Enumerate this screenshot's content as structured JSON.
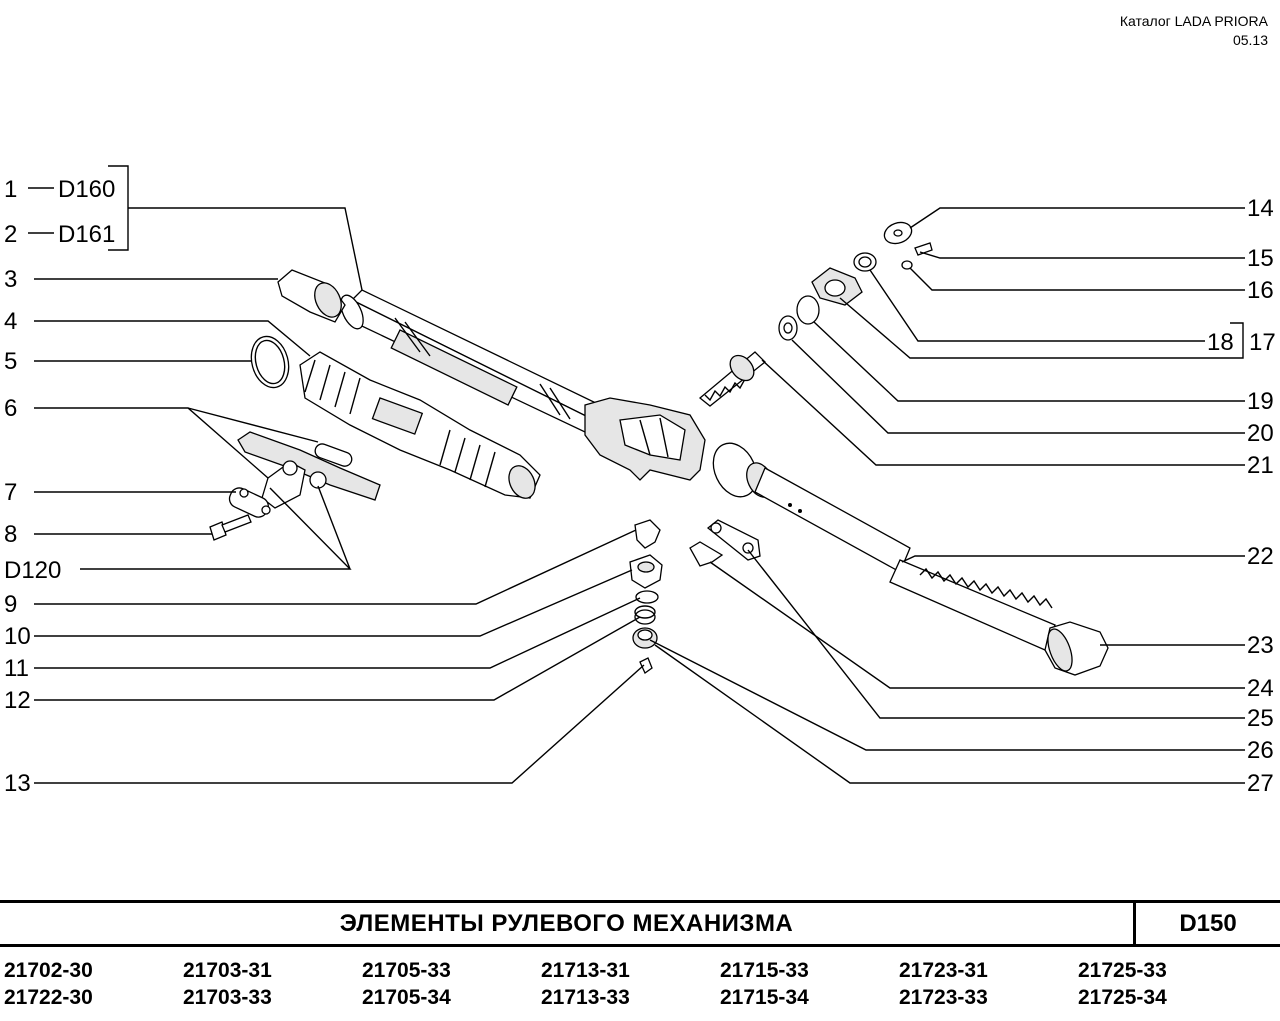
{
  "header": {
    "catalog": "Каталог  LADA  PRIORA",
    "date": "05.13"
  },
  "labels_left": [
    "1",
    "D160",
    "2",
    "D161",
    "3",
    "4",
    "5",
    "6",
    "7",
    "8",
    "D120",
    "9",
    "10",
    "11",
    "12",
    "13"
  ],
  "labels_right": [
    "14",
    "15",
    "16",
    "18",
    "17",
    "19",
    "20",
    "21",
    "22",
    "23",
    "24",
    "25",
    "26",
    "27"
  ],
  "title": "ЭЛЕМЕНТЫ   РУЛЕВОГО   МЕХАНИЗМА",
  "page_code": "D150",
  "models": {
    "row1": [
      "21702-30",
      "21703-31",
      "21705-33",
      "21713-31",
      "21715-33",
      "21723-31",
      "21725-33"
    ],
    "row2": [
      "21722-30",
      "21703-33",
      "21705-34",
      "21713-33",
      "21715-34",
      "21723-33",
      "21725-34"
    ]
  }
}
